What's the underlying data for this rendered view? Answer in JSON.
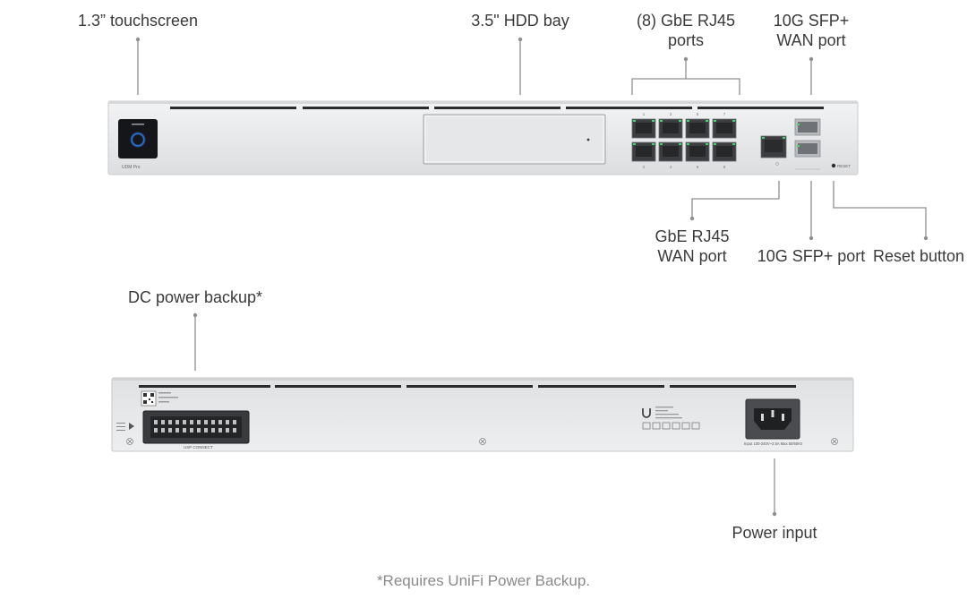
{
  "front_view": {
    "callouts": {
      "touchscreen": "1.3” touchscreen",
      "hdd_bay": "3.5\" HDD bay",
      "lan_ports": [
        "(8) GbE RJ45",
        "ports"
      ],
      "sfp_wan": [
        "10G SFP+",
        "WAN port"
      ],
      "rj45_wan": [
        "GbE RJ45",
        "WAN port"
      ],
      "sfp_port": "10G SFP+ port",
      "reset": "Reset button"
    },
    "device_text": {
      "model": "UDM Pro",
      "reset": "RESET",
      "port_numbers_top": [
        "1",
        "3",
        "5",
        "7"
      ],
      "port_numbers_bottom": [
        "2",
        "4",
        "6",
        "8"
      ]
    }
  },
  "rear_view": {
    "callouts": {
      "dc_backup": "DC power backup*",
      "power_input": "Power input"
    },
    "device_text": {
      "usp_connect": "USP CONNECT",
      "power_rating": "Input 100-240V~2.5A Max 50/60Hz"
    }
  },
  "footnote": "*Requires UniFi Power Backup.",
  "colors": {
    "chassis": "#e9eaeb",
    "chassis_edge": "#cfd1d3",
    "port_dark": "#3b3d40",
    "port_led": "#49d36b",
    "screen": "#15161a",
    "screen_ring": "#3a8cff",
    "leader": "#8f8f8f"
  }
}
